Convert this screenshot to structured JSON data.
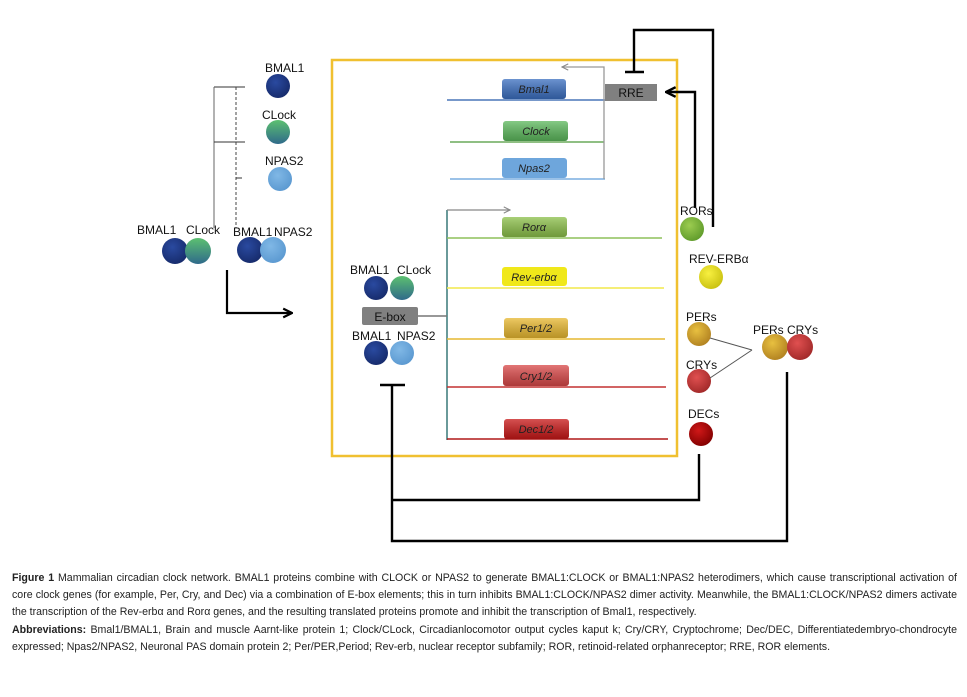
{
  "diagram": {
    "left_monomers": [
      {
        "label": "BMAL1",
        "color": "bmal1"
      },
      {
        "label": "CLock",
        "color": "clock"
      },
      {
        "label": "NPAS2",
        "color": "npas2"
      }
    ],
    "left_dimers": [
      {
        "label_a": "BMAL1",
        "label_b": "CLock"
      },
      {
        "label_a": "BMAL1",
        "label_b": "NPAS2"
      }
    ],
    "inner_dimers": [
      {
        "label_a": "BMAL1",
        "label_b": "CLock"
      },
      {
        "label_a": "BMAL1",
        "label_b": "NPAS2"
      }
    ],
    "ebox_label": "E-box",
    "rre_label": "RRE",
    "rre_genes": [
      {
        "name": "Bmal1",
        "color": "#3b6fc0",
        "line": "#4a76b8"
      },
      {
        "name": "Clock",
        "color": "#5cb85c",
        "line": "#6aaa5a"
      },
      {
        "name": "Npas2",
        "color": "#6ea6dc",
        "line": "#7aaee0"
      }
    ],
    "ebox_genes": [
      {
        "name": "Rorα",
        "color": "#8cc04a",
        "line": "#8dc05a"
      },
      {
        "name": "Rev-erbα",
        "color": "#f0e81a",
        "line": "#f2e94a"
      },
      {
        "name": "Per1/2",
        "color": "#e8b830",
        "line": "#e6b830"
      },
      {
        "name": "Cry1/2",
        "color": "#d94848",
        "line": "#c43030"
      },
      {
        "name": "Dec1/2",
        "color": "#c81818",
        "line": "#b01818"
      }
    ],
    "proteins": [
      {
        "label": "RORs"
      },
      {
        "label": "REV-ERBα"
      },
      {
        "label": "PERs"
      },
      {
        "label": "CRYs"
      },
      {
        "label": "DECs"
      }
    ],
    "complex": {
      "label": "PERs CRYs"
    },
    "colors": {
      "bmal1": "#1f3580",
      "clock": "#4d9a6e",
      "npas2": "#6aa8dc",
      "frame": "#f0c030",
      "ror": "#80b83a",
      "reverb": "#e8e020",
      "per": "#d8a830",
      "cry": "#d04040",
      "dec": "#b80a0a"
    }
  },
  "caption": {
    "figure_label": "Figure 1",
    "figure_text": " Mammalian circadian clock network. BMAL1 proteins combine with CLOCK or NPAS2 to generate BMAL1:CLOCK or BMAL1:NPAS2 heterodimers, which cause transcriptional activation of core clock genes (for example, Per, Cry, and Dec) via a combination of E-box elements; this in turn inhibits BMAL1:CLOCK/NPAS2 dimer activity. Meanwhile, the BMAL1:CLOCK/NPAS2 dimers activate the transcription of the Rev-erbα and Rorα genes, and the resulting translated proteins promote and inhibit the transcription of Bmal1, respectively.",
    "abbrev_label": "Abbreviations:",
    "abbrev_text": " Bmal1/BMAL1, Brain and muscle Aarnt-like protein 1; Clock/CLock, Circadianlocomotor output cycles kaput k; Cry/CRY, Cryptochrome; Dec/DEC, Differentiatedembryo-chondrocyte expressed; Npas2/NPAS2, Neuronal PAS domain protein 2; Per/PER,Period; Rev-erb, nuclear receptor subfamily; ROR, retinoid-related orphanreceptor; RRE, ROR elements."
  }
}
